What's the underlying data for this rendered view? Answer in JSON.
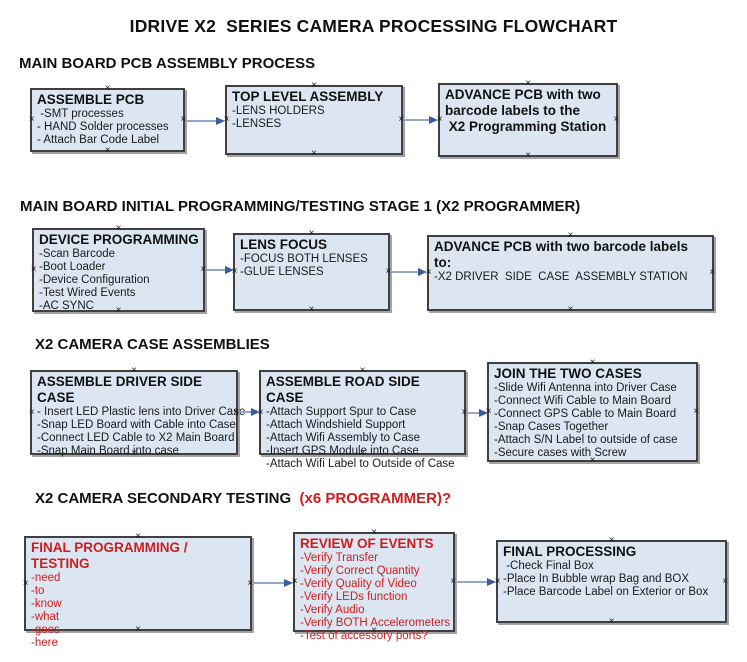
{
  "title": "IDRIVE X2  SERIES CAMERA PROCESSING FLOWCHART",
  "icons": {
    "connector_handle": "×",
    "arrow": "right-arrow"
  },
  "colors": {
    "box_fill": "#dce6f2",
    "box_border": "#404040",
    "red_text": "#cc1e1e",
    "arrow_line": "#93a8c4",
    "arrow_head": "#3a5b9e"
  },
  "sections": [
    {
      "header": "MAIN BOARD PCB ASSEMBLY PROCESS",
      "header_suffix": "",
      "boxes": [
        {
          "title": "ASSEMBLE PCB",
          "items": [
            " -SMT processes",
            "- HAND Solder processes",
            "- Attach Bar Code Label"
          ]
        },
        {
          "title": "TOP LEVEL ASSEMBLY",
          "items": [
            "-LENS HOLDERS",
            "-LENSES"
          ]
        },
        {
          "title": "ADVANCE PCB with two\nbarcode labels to the\n X2 Programming Station",
          "items": []
        }
      ]
    },
    {
      "header": "MAIN BOARD INITIAL PROGRAMMING/TESTING STAGE 1 (X2 PROGRAMMER)",
      "header_suffix": "",
      "boxes": [
        {
          "title": "DEVICE PROGRAMMING",
          "items": [
            "-Scan Barcode",
            "-Boot Loader",
            "-Device Configuration",
            "-Test Wired Events",
            "-AC SYNC"
          ]
        },
        {
          "title": "LENS FOCUS",
          "items": [
            "-FOCUS BOTH LENSES",
            "-GLUE LENSES"
          ]
        },
        {
          "title": "ADVANCE PCB with two barcode labels to:",
          "items": [
            "-X2 DRIVER  SIDE  CASE  ASSEMBLY STATION"
          ]
        }
      ]
    },
    {
      "header": "X2 CAMERA CASE ASSEMBLIES",
      "header_suffix": "",
      "boxes": [
        {
          "title": "ASSEMBLE DRIVER SIDE CASE",
          "items": [
            "- Insert LED Plastic lens into Driver Case",
            "-Snap LED Board with Cable into Case",
            "-Connect LED Cable to X2 Main Board",
            "-Snap Main Board into case"
          ]
        },
        {
          "title": "ASSEMBLE ROAD SIDE CASE",
          "items": [
            "-Attach Support Spur to Case",
            "-Attach Windshield Support",
            "-Attach Wifi Assembly to Case",
            "-Insert GPS Module into Case",
            "-Attach Wifi Label to Outside of Case"
          ]
        },
        {
          "title": "JOIN THE TWO CASES",
          "items": [
            "-Slide Wifi Antenna into Driver Case",
            "-Connect Wifi Cable to Main Board",
            "-Connect GPS Cable to Main Board",
            "-Snap Cases Together",
            "-Attach S/N Label to outside of case",
            "-Secure cases with Screw"
          ]
        }
      ]
    },
    {
      "header": "X2 CAMERA SECONDARY TESTING",
      "header_suffix": "  (x6 PROGRAMMER)?",
      "boxes": [
        {
          "title": "FINAL PROGRAMMING / TESTING",
          "items": [
            "-need",
            "-to",
            "-know",
            "-what",
            "-goes",
            "-here"
          ]
        },
        {
          "title": "REVIEW OF EVENTS",
          "items": [
            "-Verify Transfer",
            "-Verify Correct Quantity",
            "-Verify Quality of Video",
            "-Verify LEDs function",
            "-Verify Audio",
            "-Verify BOTH Accelerometers",
            "-Test of accessory ports?"
          ]
        },
        {
          "title": "FINAL PROCESSING",
          "items": [
            " -Check Final Box",
            "-Place In Bubble wrap Bag and BOX",
            "-Place Barcode Label on Exterior or Box"
          ]
        }
      ]
    }
  ]
}
